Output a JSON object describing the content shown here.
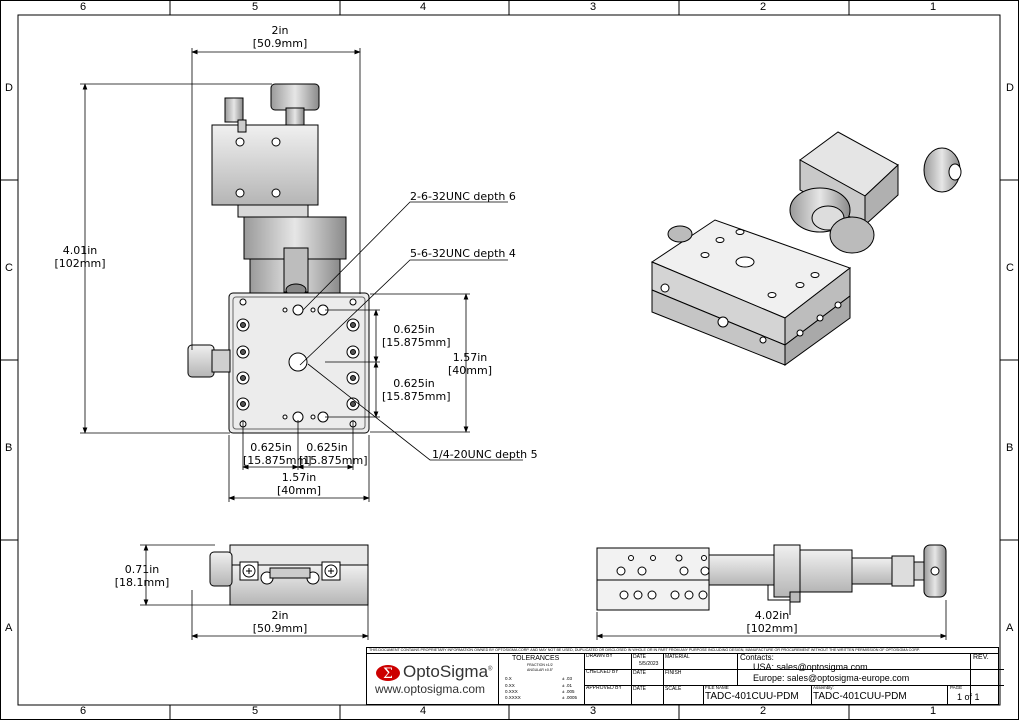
{
  "zones": {
    "columns": [
      "6",
      "5",
      "4",
      "3",
      "2",
      "1"
    ],
    "rows": [
      "D",
      "C",
      "B",
      "A"
    ]
  },
  "dimensions": {
    "top_width": {
      "in": "2in",
      "mm": "[50.9mm]"
    },
    "height_left": {
      "in": "4.01in",
      "mm": "[102mm]"
    },
    "hole_spacing_v1": {
      "in": "0.625in",
      "mm": "[15.875mm]"
    },
    "hole_spacing_v2": {
      "in": "0.625in",
      "mm": "[15.875mm]"
    },
    "platform_height": {
      "in": "1.57in",
      "mm": "[40mm]"
    },
    "hole_spacing_h1": {
      "in": "0.625in",
      "mm": "[15.875mm]"
    },
    "hole_spacing_h2": {
      "in": "0.625in",
      "mm": "[15.875mm]"
    },
    "platform_width": {
      "in": "1.57in",
      "mm": "[40mm]"
    },
    "front_height": {
      "in": "0.71in",
      "mm": "[18.1mm]"
    },
    "front_width": {
      "in": "2in",
      "mm": "[50.9mm]"
    },
    "side_width": {
      "in": "4.02in",
      "mm": "[102mm]"
    }
  },
  "callouts": {
    "thread1": "2-6-32UNC depth 6",
    "thread2": "5-6-32UNC depth 4",
    "thread3": "1/4-20UNC depth 5"
  },
  "title_block": {
    "proprietary": "THIS DOCUMENT CONTAINS PROPRIETARY INFORMATION OWNED BY OPTOSIGMA CORP. AND MAY NOT BE USED, DUPLICATED OR DISCLOSED IN WHOLE OR IN PART FROM ANY PURPOSE INCLUDING DESIGN, MANUFACTURE OR PROCUREMENT WITHOUT THE WRITTEN PERMISSION OF OPTOSIGMA CORP.",
    "brand": "OptoSigma",
    "brand_mark": "®",
    "website": "www.optosigma.com",
    "tolerances_title": "TOLERANCES",
    "fraction": "FRACTION ±1/2",
    "angular": "ANGULAR ±0.5°",
    "tol_rows": [
      {
        "label": "0.X",
        "value": "± .03"
      },
      {
        "label": "0.XX",
        "value": "± .01"
      },
      {
        "label": "0.XXX",
        "value": "± .005"
      },
      {
        "label": "0.XXXX",
        "value": "± .0005"
      }
    ],
    "drawn_by": "DRAWN BY",
    "checked_by": "CHECKED BY",
    "approved_by": "APPROVED BY",
    "date_label": "DATE",
    "date_value": "5/5/2023",
    "material_label": "MATERIAL",
    "finish_label": "FINISH",
    "scale_label": "SCALE",
    "contacts_label": "Contacts:",
    "usa": "USA: sales@optosigma.com",
    "europe": "Europe: sales@optosigma-europe.com",
    "rev_label": "REV.",
    "file_name_label": "FILE NAME",
    "file_name": "TADC-401CUU-PDM",
    "assembly_label": "Assembly:",
    "assembly": "TADC-401CUU-PDM",
    "page_label": "PAGE",
    "page_value": "1 of 1"
  }
}
